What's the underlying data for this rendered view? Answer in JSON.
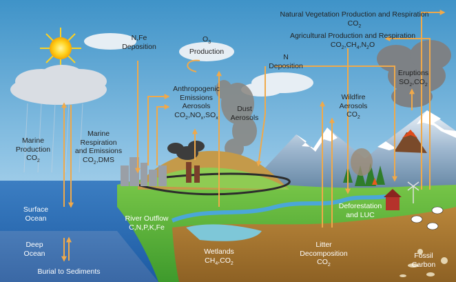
{
  "labels": {
    "natural_vegetation": {
      "title": "Natural Vegetation Production and Respiration",
      "gases": "CO2"
    },
    "agricultural": {
      "title": "Agricultural Production and Respiration",
      "gases": "CO2,CH4,N2O"
    },
    "nfe_deposition": {
      "line1": "N,Fe",
      "line2": "Deposition"
    },
    "o3_production": {
      "line1": "O3",
      "line2": "Production"
    },
    "n_deposition": {
      "line1": "N",
      "line2": "Deposition"
    },
    "eruptions": {
      "line1": "Eruptions",
      "line2": "SO2,CO2"
    },
    "anthropogenic": {
      "line1": "Anthropogenic",
      "line2": "Emissions",
      "line3": "Aerosols",
      "line4": "CO2,NOx,SOx"
    },
    "dust": {
      "line1": "Dust",
      "line2": "Aerosols"
    },
    "wildfire": {
      "line1": "Wildfire",
      "line2": "Aerosols",
      "line3": "CO2"
    },
    "marine_production": {
      "line1": "Marine",
      "line2": "Production",
      "line3": "CO2"
    },
    "marine_respiration": {
      "line1": "Marine",
      "line2": "Respiration",
      "line3": "and Emissions",
      "line4": "CO2,DMS"
    },
    "surface_ocean": {
      "line1": "Surface",
      "line2": "Ocean"
    },
    "deep_ocean": {
      "line1": "Deep",
      "line2": "Ocean"
    },
    "river_outflow": {
      "line1": "River Outflow",
      "line2": "C,N,P,K,Fe"
    },
    "burial": {
      "line1": "Burial to Sediments"
    },
    "wetlands": {
      "line1": "Wetlands",
      "line2": "CH4,CO2"
    },
    "litter": {
      "line1": "Litter",
      "line2": "Decomposition",
      "line3": "CO2"
    },
    "deforestation": {
      "line1": "Deforestation",
      "line2": "and LUC"
    },
    "fossil": {
      "line1": "Fossil",
      "line2": "Carbon"
    }
  },
  "colors": {
    "sky_top": "#3f93c8",
    "sky_bottom": "#cfe6f5",
    "ocean": "#1f5fa8",
    "deep_ocean": "#3f6fb0",
    "land": "#58b23a",
    "soil": "#a5762f",
    "arrow": "#f0a94a",
    "sun": "#ffd21f"
  }
}
